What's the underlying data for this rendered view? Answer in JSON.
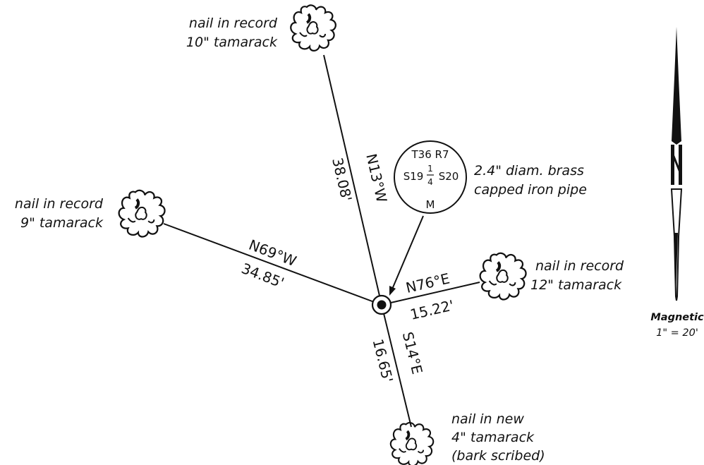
{
  "trees": [
    {
      "id": "north",
      "line1": "nail in record",
      "line2": "10\" tamarack",
      "line3": ""
    },
    {
      "id": "west",
      "line1": "nail in record",
      "line2": "9\" tamarack",
      "line3": ""
    },
    {
      "id": "east",
      "line1": "nail in record",
      "line2": "12\" tamarack",
      "line3": ""
    },
    {
      "id": "south",
      "line1": "nail in new",
      "line2": "4\" tamarack",
      "line3": "(bark scribed)"
    }
  ],
  "bearings": [
    {
      "id": "north",
      "bearing": "N13°W",
      "distance": "38.08'"
    },
    {
      "id": "west",
      "bearing": "N69°W",
      "distance": "34.85'"
    },
    {
      "id": "east",
      "bearing": "N76°E",
      "distance": "15.22'"
    },
    {
      "id": "south",
      "bearing": "S14°E",
      "distance": "16.65'"
    }
  ],
  "cap": {
    "line1": "T36 R7",
    "left": "S19",
    "frac_num": "1",
    "frac_den": "4",
    "right": "S20",
    "bottom": "M",
    "desc_line1": "2.4\" diam. brass",
    "desc_line2": "capped iron pipe"
  },
  "legend": {
    "label": "Magnetic",
    "scale": "1\" = 20'"
  }
}
